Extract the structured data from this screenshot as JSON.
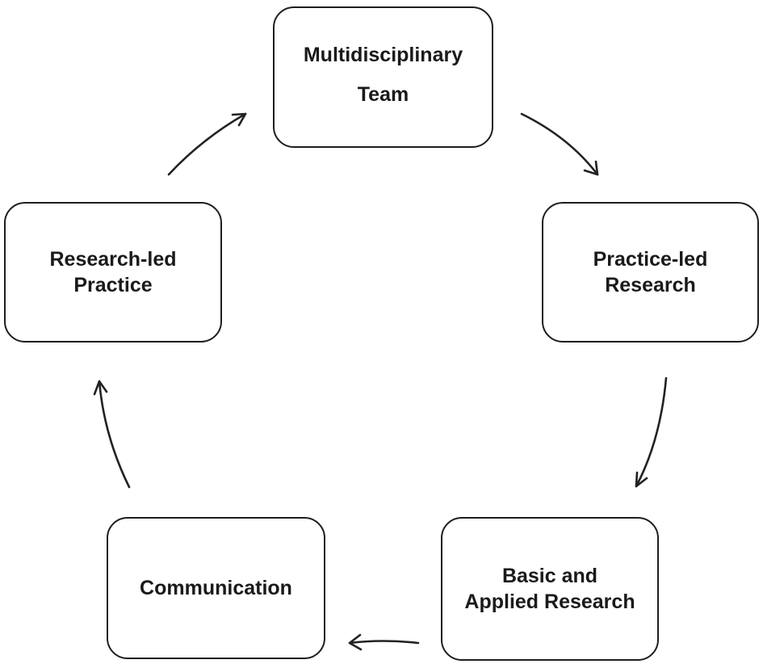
{
  "nodes": {
    "multidisciplinary_team": {
      "line1": "Multidisciplinary",
      "line2": "Team"
    },
    "practice_led_research": {
      "line1": "Practice-led",
      "line2": "Research"
    },
    "basic_applied_research": {
      "line1": "Basic and",
      "line2": "Applied Research"
    },
    "communication": {
      "line1": "Communication"
    },
    "research_led_practice": {
      "line1": "Research-led",
      "line2": "Practice"
    }
  },
  "cycle_order": [
    "multidisciplinary_team",
    "practice_led_research",
    "basic_applied_research",
    "communication",
    "research_led_practice"
  ],
  "colors": {
    "border": "#1e1e1e",
    "arrow": "#222222",
    "text": "#1a1a1a",
    "background": "#ffffff"
  }
}
